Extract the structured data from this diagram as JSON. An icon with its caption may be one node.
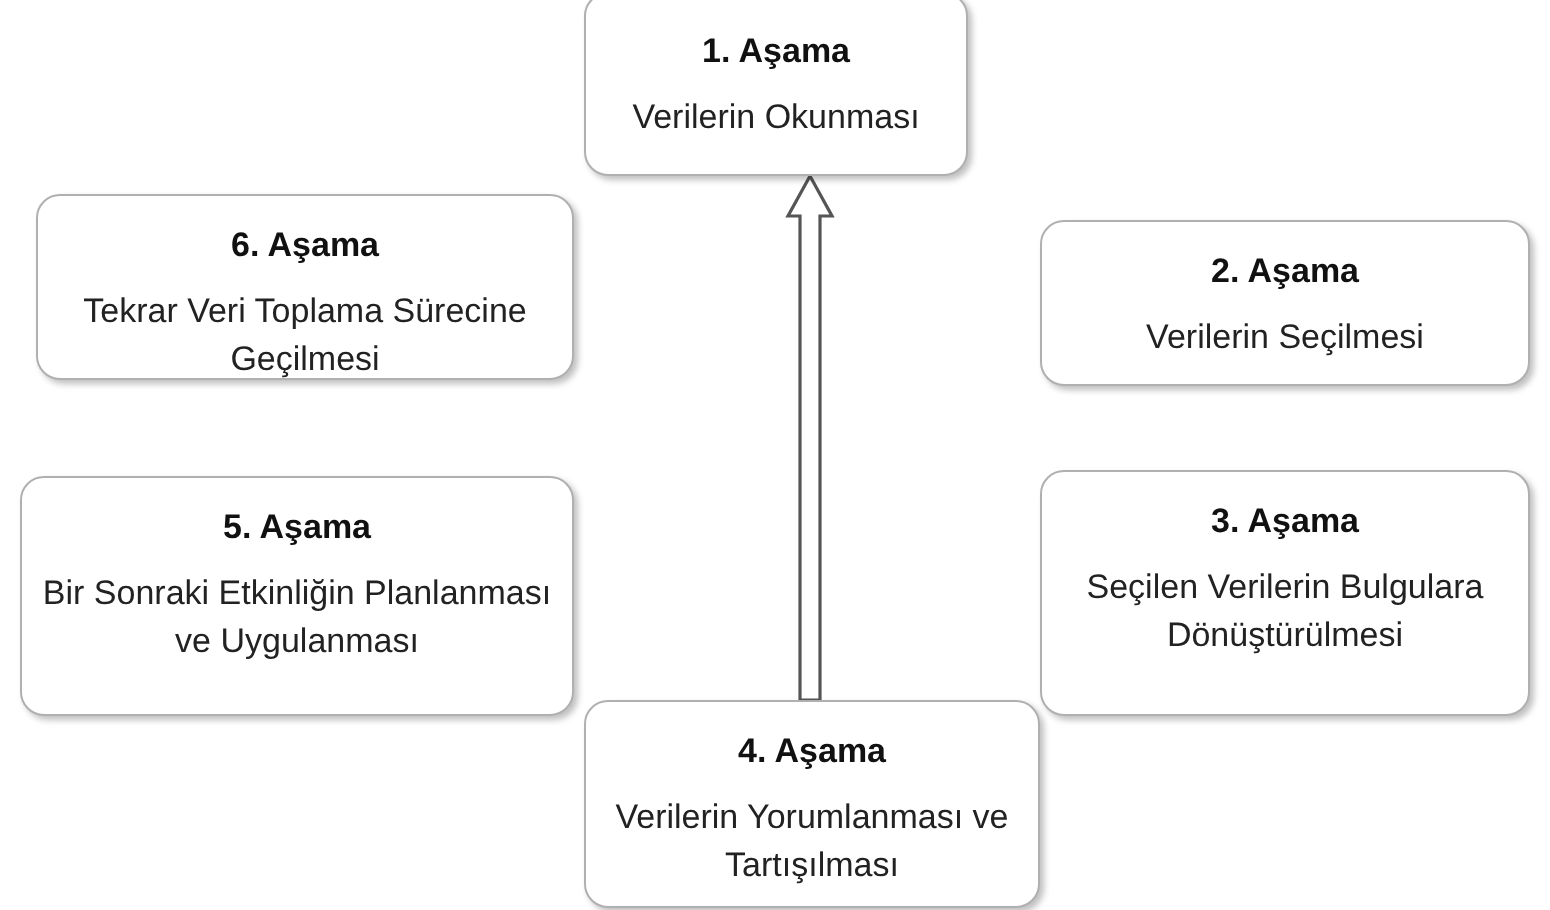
{
  "diagram": {
    "nodes": [
      {
        "text": [
          "1. Aşama",
          "Verilerin Okunması"
        ]
      },
      {
        "text": [
          "6. Aşama",
          "Tekrar Veri Toplama Sürecine Geçilmesi"
        ]
      },
      {
        "text": [
          "2. Aşama",
          "Verilerin Seçilmesi"
        ]
      },
      {
        "text": [
          "5. Aşama",
          "Bir Sonraki Etkinliğin Planlanması ve Uygulanması"
        ]
      },
      {
        "text": [
          "3. Aşama",
          "Seçilen Verilerin Bulgulara Dönüştürülmesi"
        ]
      },
      {
        "text": [
          "4. Aşama",
          "Verilerin Yorumlanması ve Tartışılması"
        ]
      }
    ],
    "edges": [
      {
        "from": 5,
        "to": 0,
        "arrow": "to"
      }
    ]
  }
}
